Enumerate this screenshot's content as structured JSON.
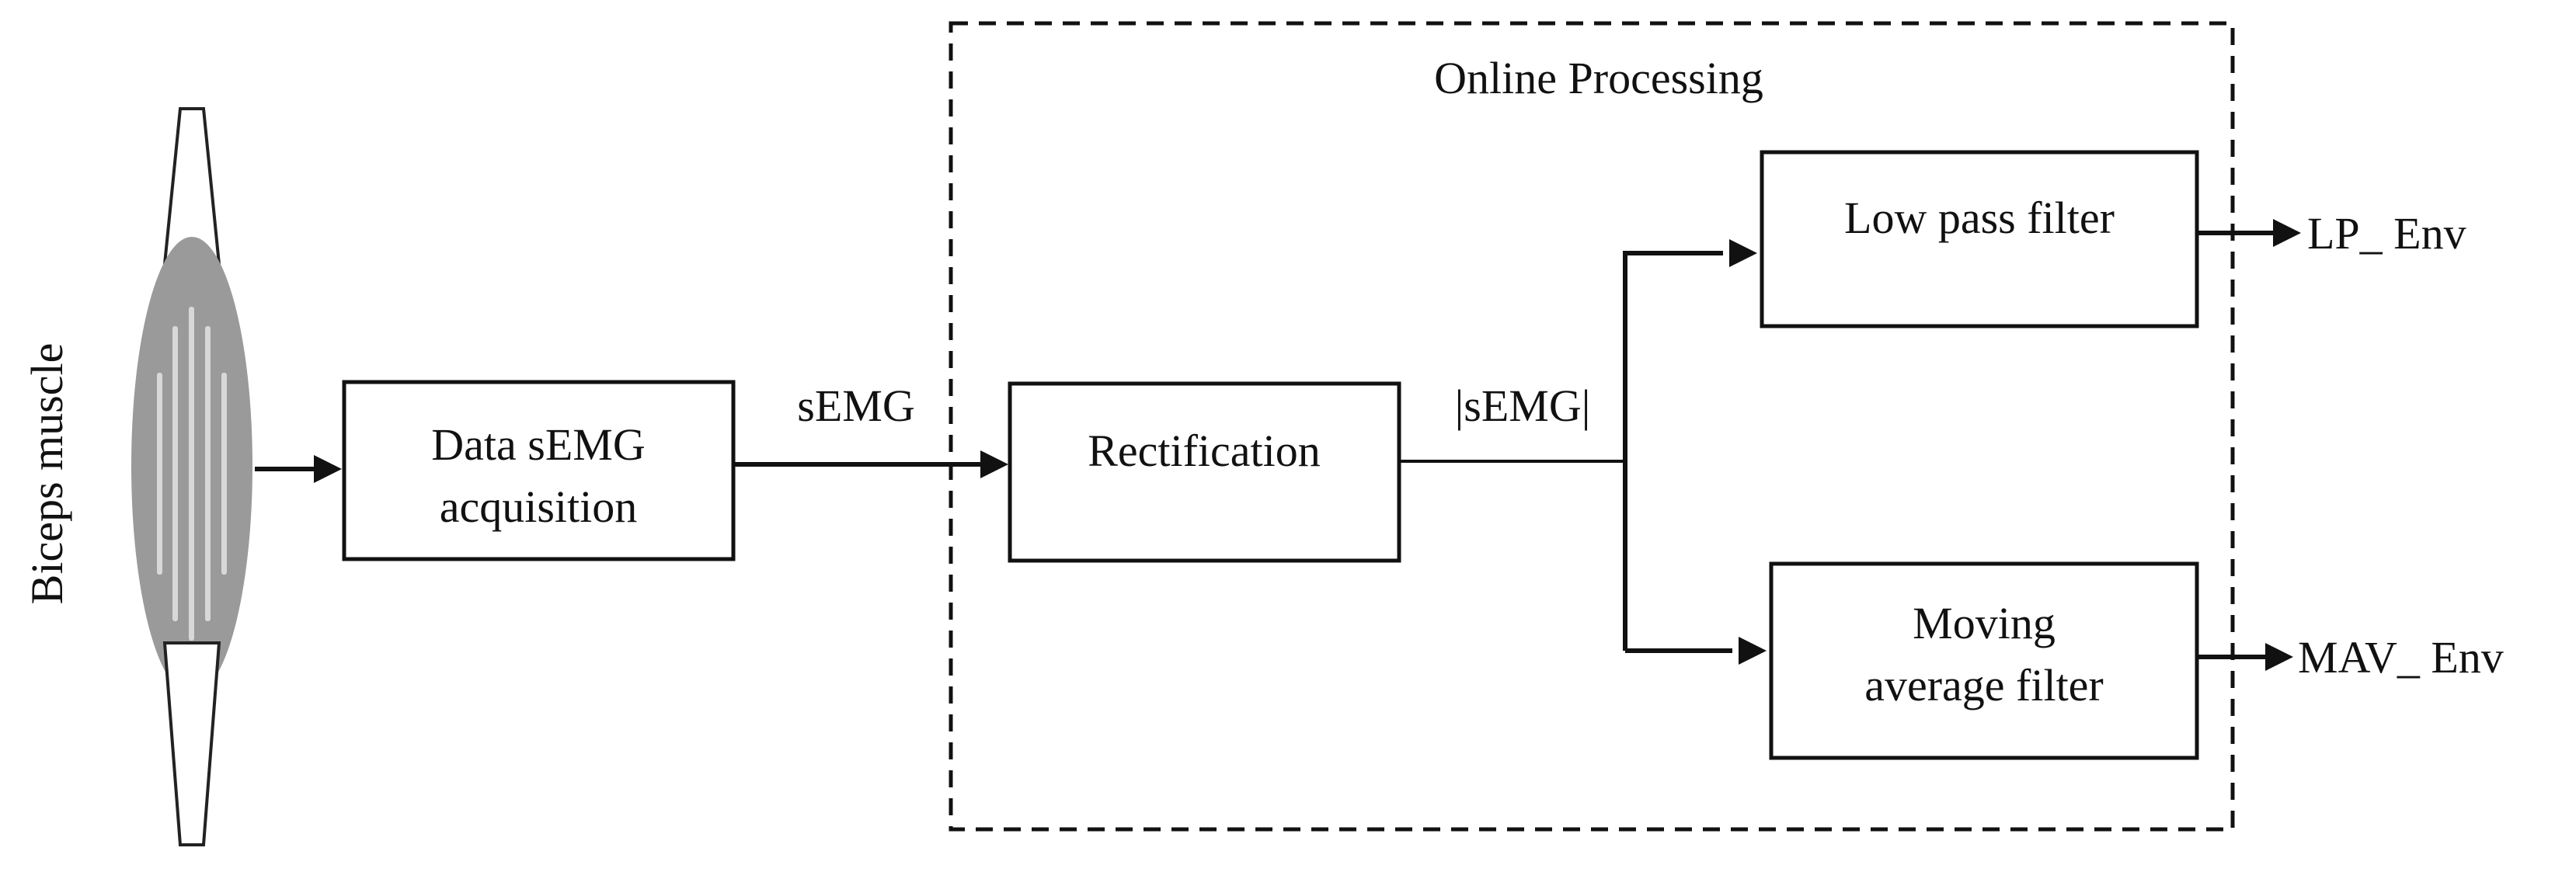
{
  "diagram": {
    "source_label": "Biceps muscle",
    "region_label": "Online Processing",
    "nodes": {
      "acquisition": [
        "Data sEMG",
        "acquisition"
      ],
      "rectification": "Rectification",
      "low_pass": "Low pass filter",
      "moving_average": [
        "Moving",
        "average filter"
      ]
    },
    "edges": {
      "acquisition_to_rectification": "sEMG",
      "rectification_to_filters": "|sEMG|"
    },
    "outputs": {
      "low_pass": "LP_ Env",
      "moving_average": "MAV_ Env"
    }
  }
}
